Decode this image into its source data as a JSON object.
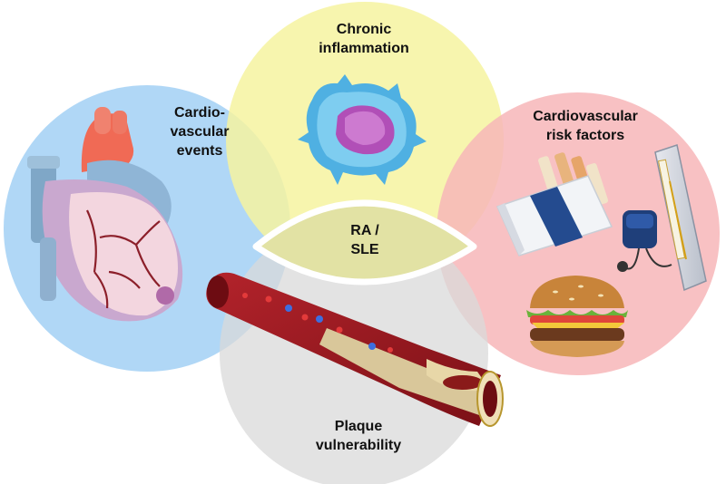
{
  "colors": {
    "circle_blue": "#a9d4f5",
    "circle_yellow": "#f6f3a0",
    "circle_pink": "#f7b6b8",
    "circle_gray": "#d9d9d9",
    "center_lens": "#e2e2a4"
  },
  "labels": {
    "cardio_events": [
      "Cardio-",
      "vascular",
      "events"
    ],
    "chronic_inflammation": [
      "Chronic",
      "inflammation"
    ],
    "risk_factors": [
      "Cardiovascular",
      "risk factors"
    ],
    "plaque": [
      "Plaque",
      "vulnerability"
    ],
    "center": [
      "RA /",
      "SLE"
    ]
  },
  "icons": {
    "heart": "heart-icon",
    "immune_cell": "immune-cell-icon",
    "cigarettes": "cigarette-pack-icon",
    "blood_pressure": "blood-pressure-monitor-icon",
    "burger": "hamburger-icon",
    "artery": "artery-plaque-icon"
  }
}
